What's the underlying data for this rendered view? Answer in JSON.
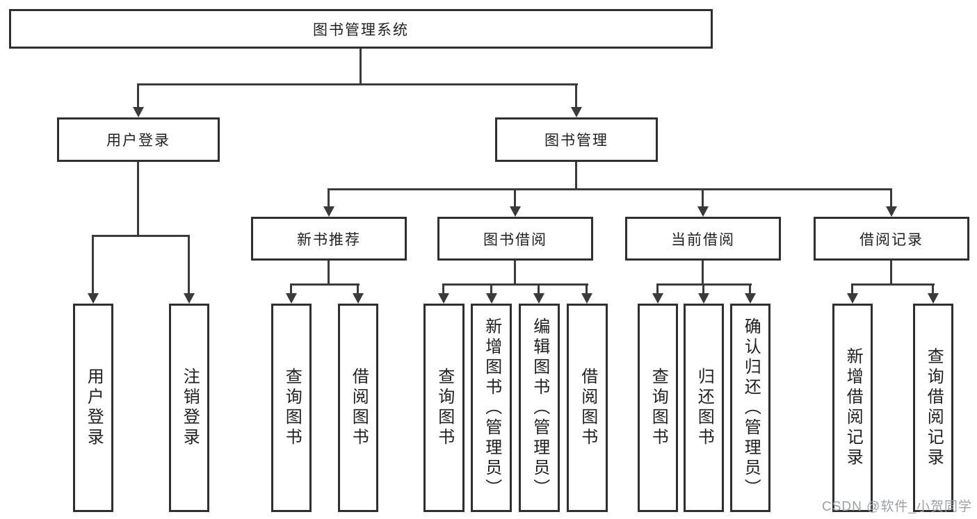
{
  "diagram": {
    "title": "图书管理系统",
    "nodes": {
      "root": "图书管理系统",
      "user_login": "用户登录",
      "book_mgmt": "图书管理",
      "new_rec": "新书推荐",
      "book_borrow": "图书借阅",
      "current_borrow": "当前借阅",
      "borrow_records": "借阅记录",
      "leaf_login": "用户登录",
      "leaf_logout": "注销登录",
      "leaf_nr_query": "查询图书",
      "leaf_nr_borrow": "借阅图书",
      "leaf_bb_query": "查询图书",
      "leaf_bb_add": "新增图书（管理员）",
      "leaf_bb_edit": "编辑图书（管理员）",
      "leaf_bb_borrow": "借阅图书",
      "leaf_cb_query": "查询图书",
      "leaf_cb_return": "归还图书",
      "leaf_cb_confirm": "确认归还（管理员）",
      "leaf_br_add": "新增借阅记录",
      "leaf_br_query": "查询借阅记录"
    }
  },
  "watermark": {
    "text": "CSDN @软件_小贺同学"
  },
  "colors": {
    "background": "#ffffff",
    "box_border": "#2f2f2f",
    "line": "#3a3a3a",
    "text": "#1f1f1f",
    "watermark": "#9aa0a6"
  }
}
